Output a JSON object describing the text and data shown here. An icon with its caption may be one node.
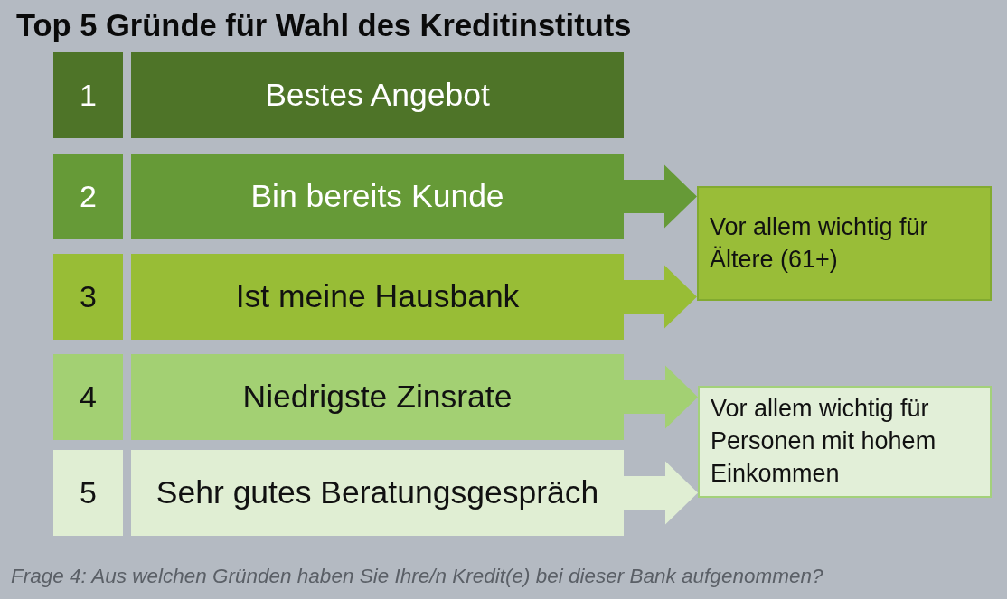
{
  "diagram": {
    "title": "Top 5 Gründe für Wahl des Kreditinstituts",
    "caption": "Frage 4: Aus welchen Gründen haben Sie Ihre/n Kredit(e) bei dieser Bank aufgenommen?",
    "nodes": [
      {
        "text": [
          "1"
        ]
      },
      {
        "text": [
          "Bestes Angebot"
        ]
      },
      {
        "text": [
          "2"
        ]
      },
      {
        "text": [
          "Bin bereits Kunde"
        ]
      },
      {
        "text": [
          "3"
        ]
      },
      {
        "text": [
          "Ist meine Hausbank"
        ]
      },
      {
        "text": [
          "4"
        ]
      },
      {
        "text": [
          "Niedrigste Zinsrate"
        ]
      },
      {
        "text": [
          "5"
        ]
      },
      {
        "text": [
          "Sehr gutes Beratungsgespräch"
        ]
      },
      {
        "text": [
          "Vor allem wichtig für Ältere (61+)"
        ]
      },
      {
        "text": [
          "Vor allem wichtig für Personen mit hohem Einkommen"
        ]
      }
    ],
    "edges": [
      {
        "from": 3,
        "to": 10,
        "arrow": "to"
      },
      {
        "from": 5,
        "to": 10,
        "arrow": "to"
      },
      {
        "from": 7,
        "to": 11,
        "arrow": "to"
      },
      {
        "from": 9,
        "to": 11,
        "arrow": "to"
      }
    ]
  }
}
